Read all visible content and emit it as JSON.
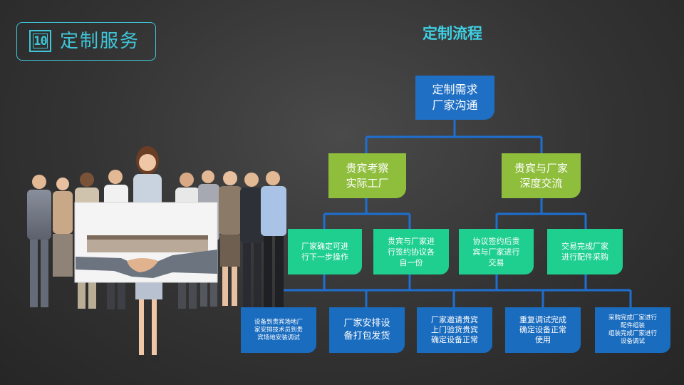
{
  "header": {
    "section_number": "10",
    "title": "定制服务"
  },
  "flow": {
    "title": "定制流程",
    "root": {
      "line1": "定制需求",
      "line2": "厂家沟通"
    },
    "level1": [
      {
        "line1": "贵宾考察",
        "line2": "实际工厂"
      },
      {
        "line1": "贵宾与厂家",
        "line2": "深度交流"
      }
    ],
    "level2": [
      {
        "lines": [
          "厂家确定可进",
          "行下一步操作"
        ]
      },
      {
        "lines": [
          "贵宾与厂家进",
          "行签约协议各",
          "自一份"
        ]
      },
      {
        "lines": [
          "协议签约后贵",
          "宾与厂家进行",
          "交易"
        ]
      },
      {
        "lines": [
          "交易完成厂家",
          "进行配件采购"
        ]
      }
    ],
    "level3": [
      {
        "lines": [
          "设备到贵宾场地厂",
          "家安排技术员到贵",
          "宾场地安装调试"
        ]
      },
      {
        "lines": [
          "厂家安排设",
          "备打包发货"
        ]
      },
      {
        "lines": [
          "厂家邀请贵宾",
          "上门验货贵宾",
          "确定设备正常"
        ]
      },
      {
        "lines": [
          "重复调试完成",
          "确定设备正常",
          "使用"
        ]
      },
      {
        "lines": [
          "采购完成厂家进行",
          "配件组装",
          "组装完成厂家进行",
          "设备调试"
        ]
      }
    ]
  },
  "colors": {
    "accent_cyan": "#3fc6d8",
    "root_blue": "#1f6fc4",
    "lime_green": "#8fbd3c",
    "teal_green": "#1fcf8f",
    "deep_blue": "#1a6cbf",
    "connector": "#1e6fd0"
  },
  "image": {
    "subject": "business team photo with handshake board",
    "icon": "business-team-photo"
  }
}
